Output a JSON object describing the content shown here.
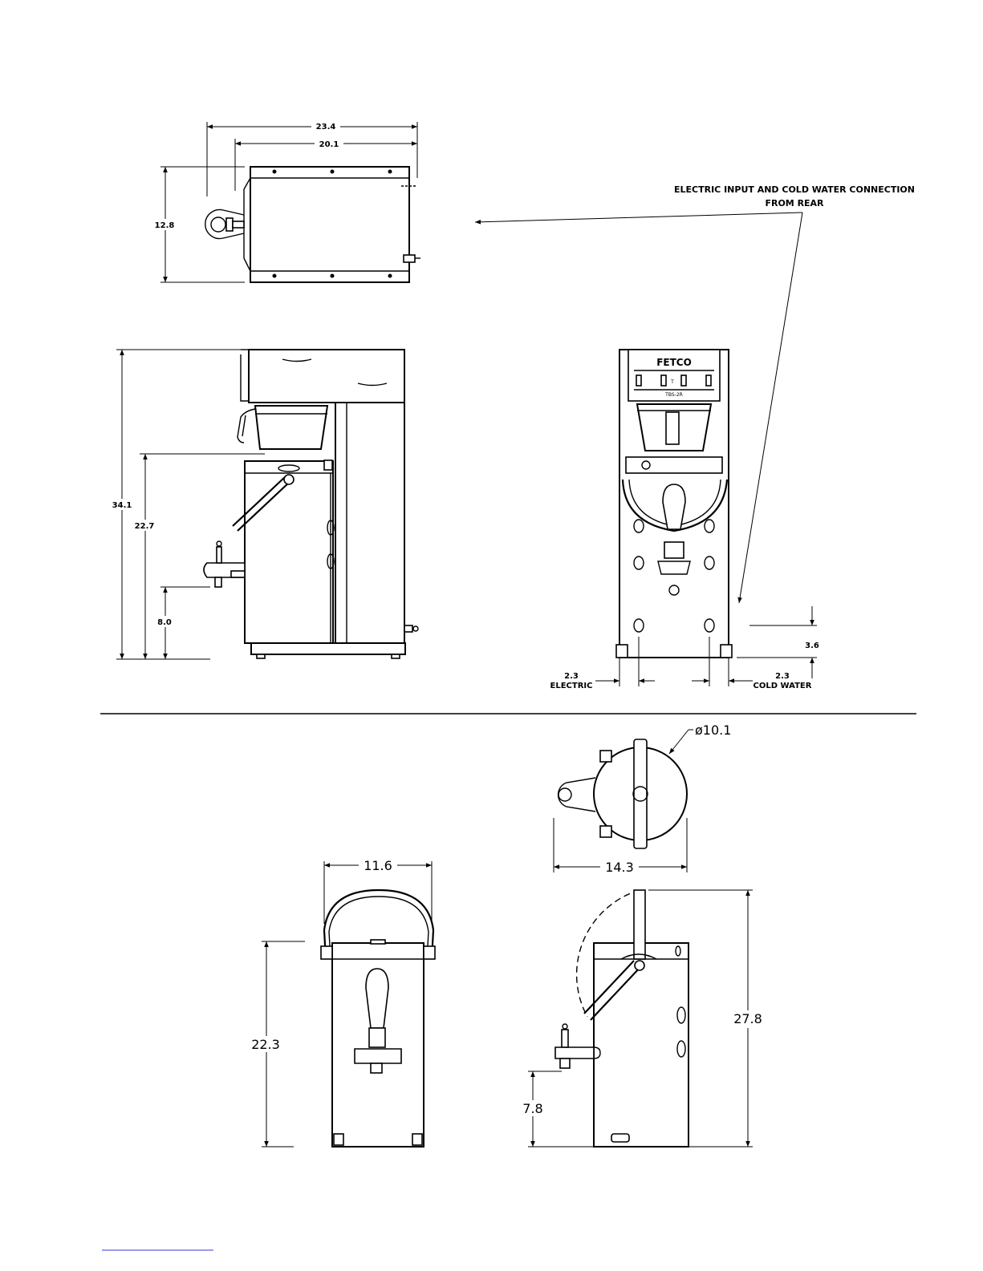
{
  "upper_views": {
    "top_view": {
      "width_overall": "23.4",
      "width_body": "20.1",
      "depth": "12.8"
    },
    "side_view": {
      "height_total": "34.1",
      "height_brew": "22.7",
      "height_spout": "8.0"
    },
    "front_view": {
      "brand": "FETCO",
      "model": "TBS-2R",
      "dim_left": "2.3",
      "label_left": "ELECTRIC",
      "dim_right": "2.3",
      "label_right": "COLD WATER",
      "dim_height": "3.6"
    },
    "note_line1": "ELECTRIC INPUT AND COLD WATER CONNECTION",
    "note_line2": "FROM REAR"
  },
  "lower_views": {
    "top_view": {
      "diameter": "ø10.1",
      "width": "14.3"
    },
    "front_view": {
      "width": "11.6",
      "height": "22.3"
    },
    "side_view": {
      "height": "27.8",
      "spout_height": "7.8"
    }
  }
}
